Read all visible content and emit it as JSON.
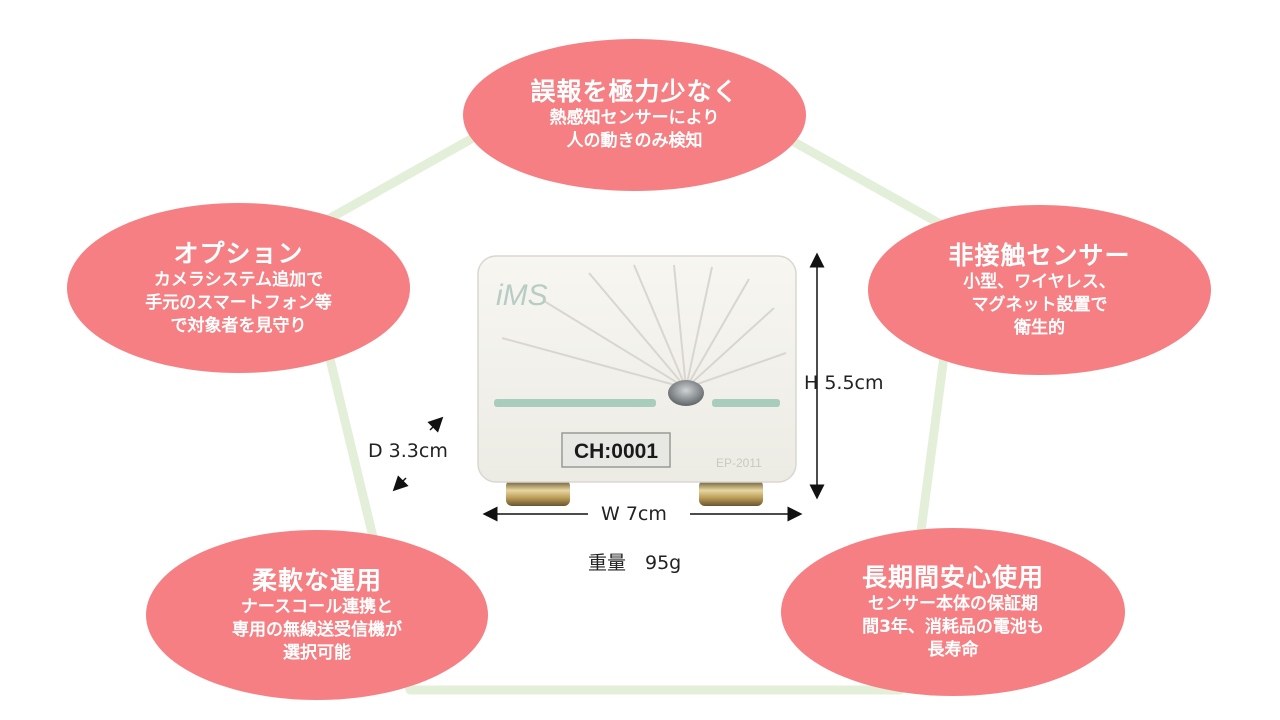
{
  "features": [
    {
      "id": "top",
      "title": "誤報を極力少なく",
      "lines": [
        "熱感知センサーにより",
        "人の動きのみ検知"
      ]
    },
    {
      "id": "left",
      "title": "オプション",
      "lines": [
        "カメラシステム追加で",
        "手元のスマートフォン等",
        "で対象者を見守り"
      ]
    },
    {
      "id": "right",
      "title": "非接触センサー",
      "lines": [
        "小型、ワイヤレス、",
        "マグネット設置で",
        "衛生的"
      ]
    },
    {
      "id": "bottom-left",
      "title": "柔軟な運用",
      "lines": [
        "ナースコール連携と",
        "専用の無線送受信機が",
        "選択可能"
      ]
    },
    {
      "id": "bottom-right",
      "title": "長期間安心使用",
      "lines": [
        "センサー本体の保証期",
        "間3年、消耗品の電池も",
        "長寿命"
      ]
    }
  ],
  "device": {
    "logo": "iMS",
    "channel": "CH:0001",
    "model": "EP-2011"
  },
  "dimensions": {
    "height": "H 5.5cm",
    "width": "W 7cm",
    "depth": "D 3.3cm",
    "weight": "重量　95g"
  },
  "colors": {
    "bubble": "#f57f82",
    "pentagon": "#e4efd9",
    "device_body": "#f4f3ee",
    "accent_strip": "#a9cdbd"
  }
}
